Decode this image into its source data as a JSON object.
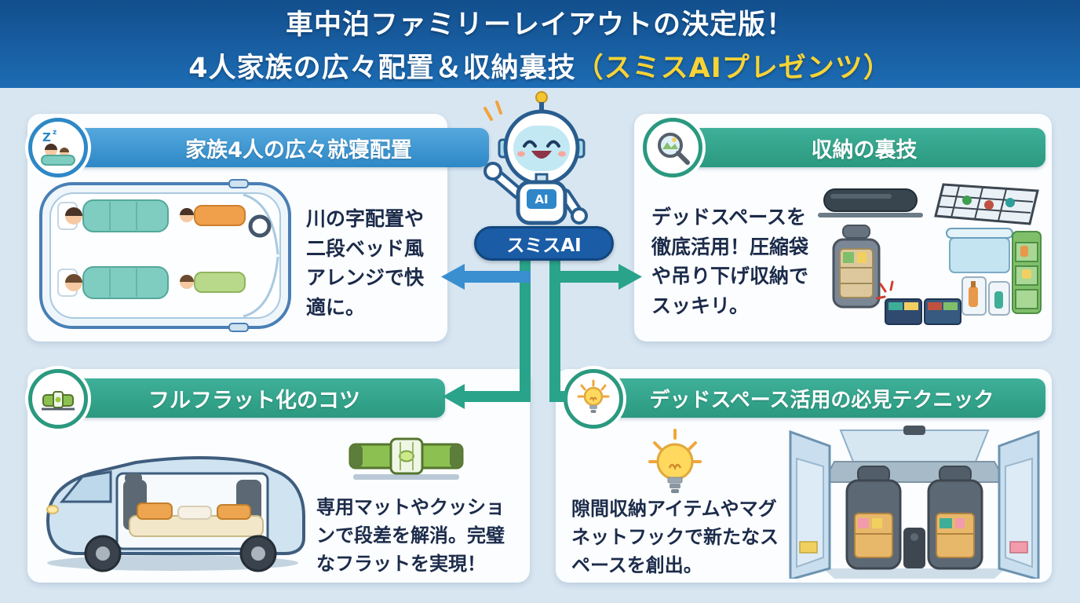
{
  "header": {
    "line1": "車中泊ファミリーレイアウトの決定版！",
    "line2_main": "4人家族の広々配置＆収納裏技",
    "line2_accent": "（スミスAIプレゼンツ）"
  },
  "mascot": {
    "name": "スミスAI",
    "chest": "AI"
  },
  "icons": {
    "sleep_z_large": "Z",
    "sleep_z_small": "z"
  },
  "panels": {
    "sleep": {
      "title": "家族4人の広々就寝配置",
      "body": "川の字配置や二段ベッド風アレンジで快適に。"
    },
    "storage": {
      "title": "収納の裏技",
      "body": "デッドスペースを徹底活用！圧縮袋や吊り下げ収納でスッキリ。"
    },
    "flat": {
      "title": "フルフラット化のコツ",
      "body": "専用マットやクッションで段差を解消。完璧なフラットを実現！"
    },
    "deadspace": {
      "title": "デッドスペース活用の必見テクニック",
      "body": "隙間収納アイテムやマグネットフックで新たなスペースを創出。"
    }
  },
  "colors": {
    "header_bg": "#1a60a5",
    "page_bg": "#d8e6f1",
    "accent_yellow": "#f8d335",
    "banner_blue": "#2e88c6",
    "banner_teal": "#2a997f",
    "arrow_blue": "#3a8fd0",
    "arrow_teal": "#2aa38b",
    "text_navy": "#1c2b4a",
    "mascot_pill": "#1a5ca5"
  }
}
